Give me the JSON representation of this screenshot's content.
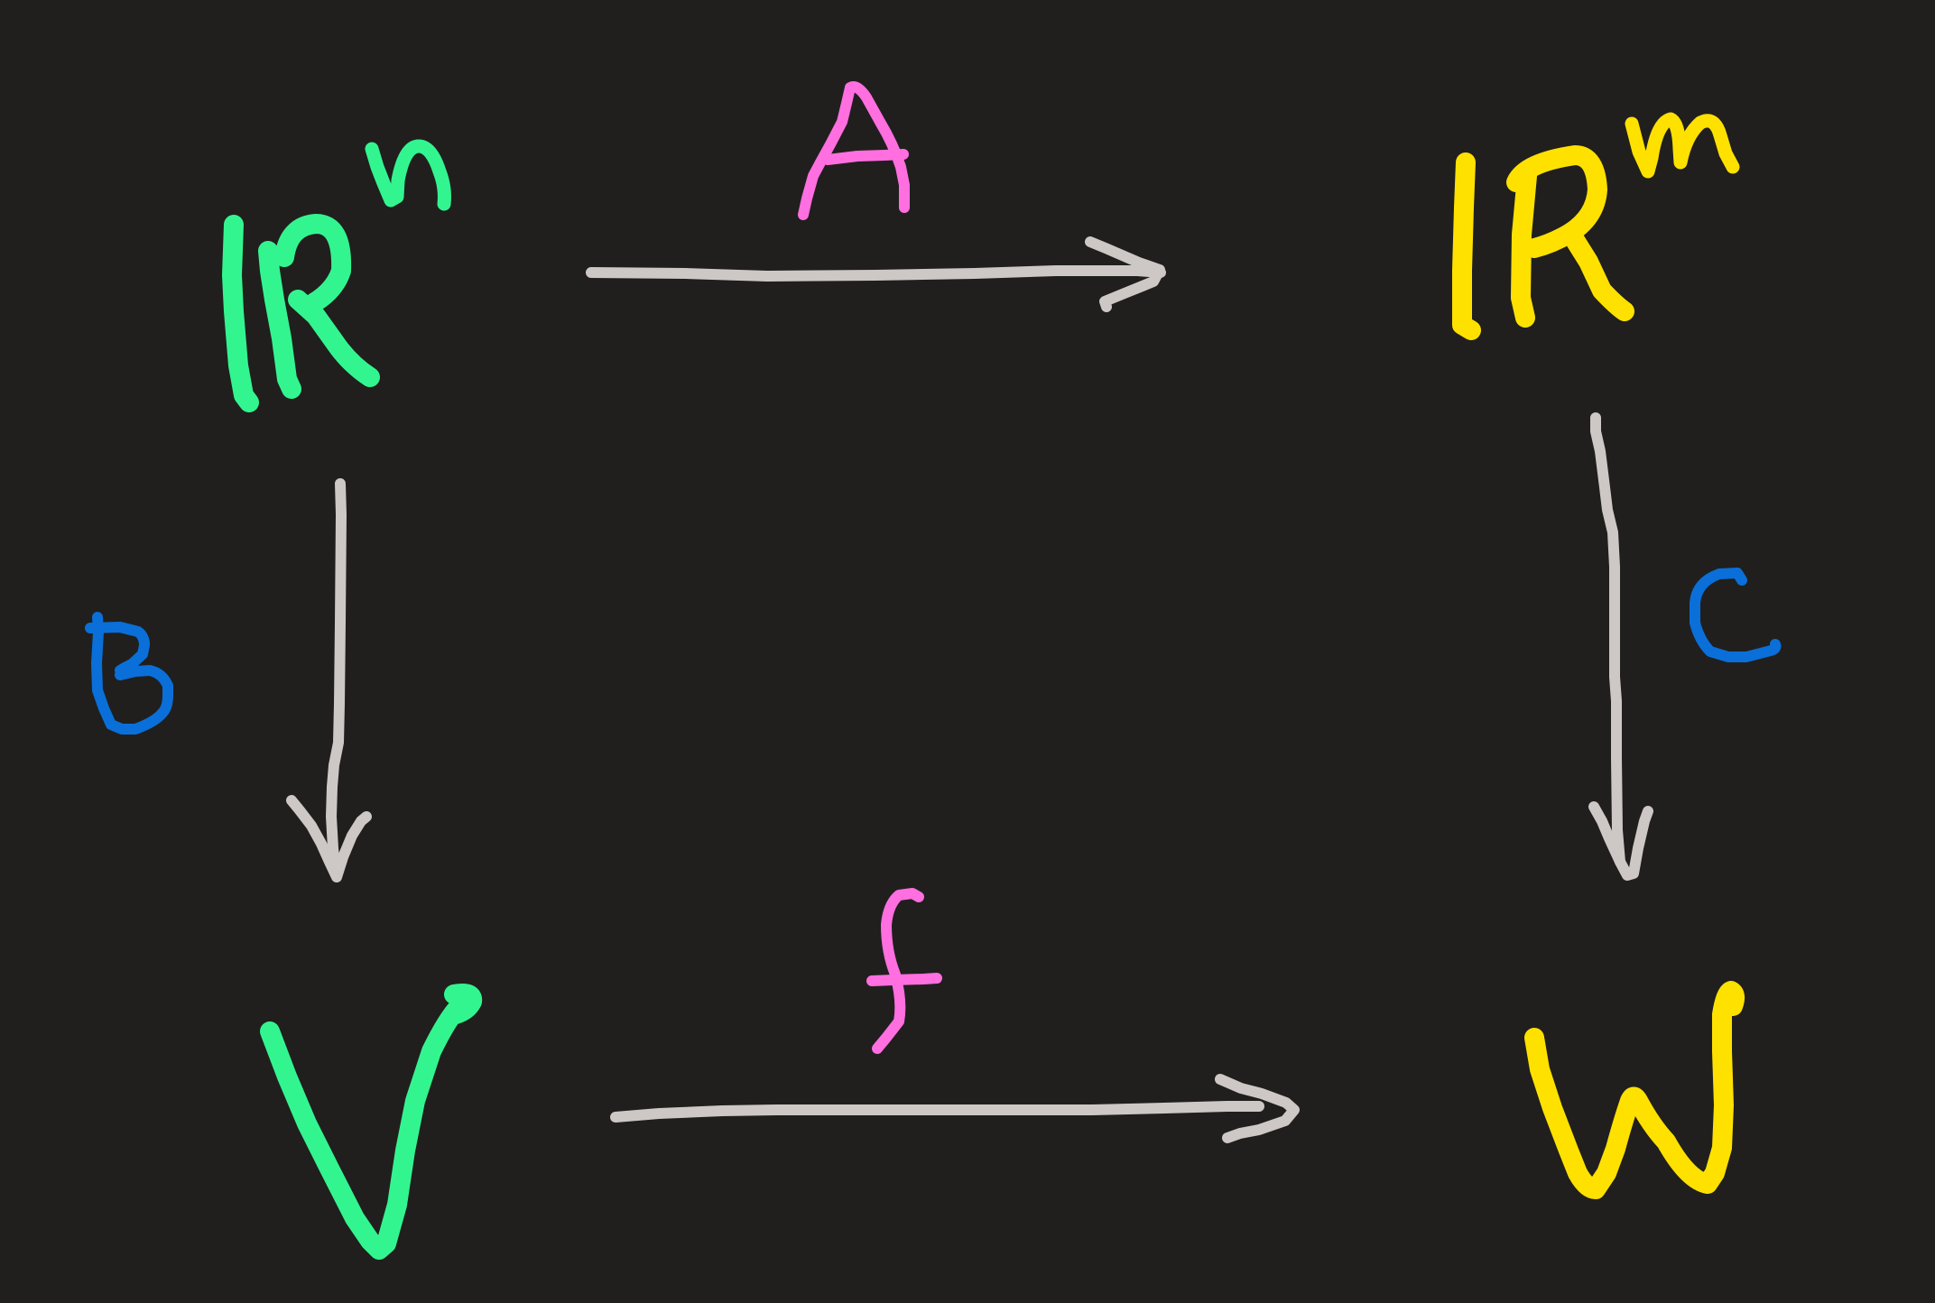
{
  "diagram": {
    "description_free": true,
    "colors": {
      "background": "#201f1e",
      "domain_spaces": "#33f58f",
      "codomain_spaces": "#ffe100",
      "linear_maps": "#ff6fe0",
      "coordinate_maps": "#0a6fd8",
      "arrows": "#cdc7c5"
    },
    "nodes": {
      "top_left": {
        "symbol": "ℝ",
        "superscript": "n"
      },
      "top_right": {
        "symbol": "ℝ",
        "superscript": "m"
      },
      "bottom_left": {
        "symbol": "V"
      },
      "bottom_right": {
        "symbol": "W"
      }
    },
    "edges": {
      "top": {
        "label": "A",
        "from": "top_left",
        "to": "top_right"
      },
      "left": {
        "label": "B",
        "from": "top_left",
        "to": "bottom_left"
      },
      "right": {
        "label": "C",
        "from": "top_right",
        "to": "bottom_right"
      },
      "bottom": {
        "label": "f",
        "from": "bottom_left",
        "to": "bottom_right"
      }
    }
  }
}
